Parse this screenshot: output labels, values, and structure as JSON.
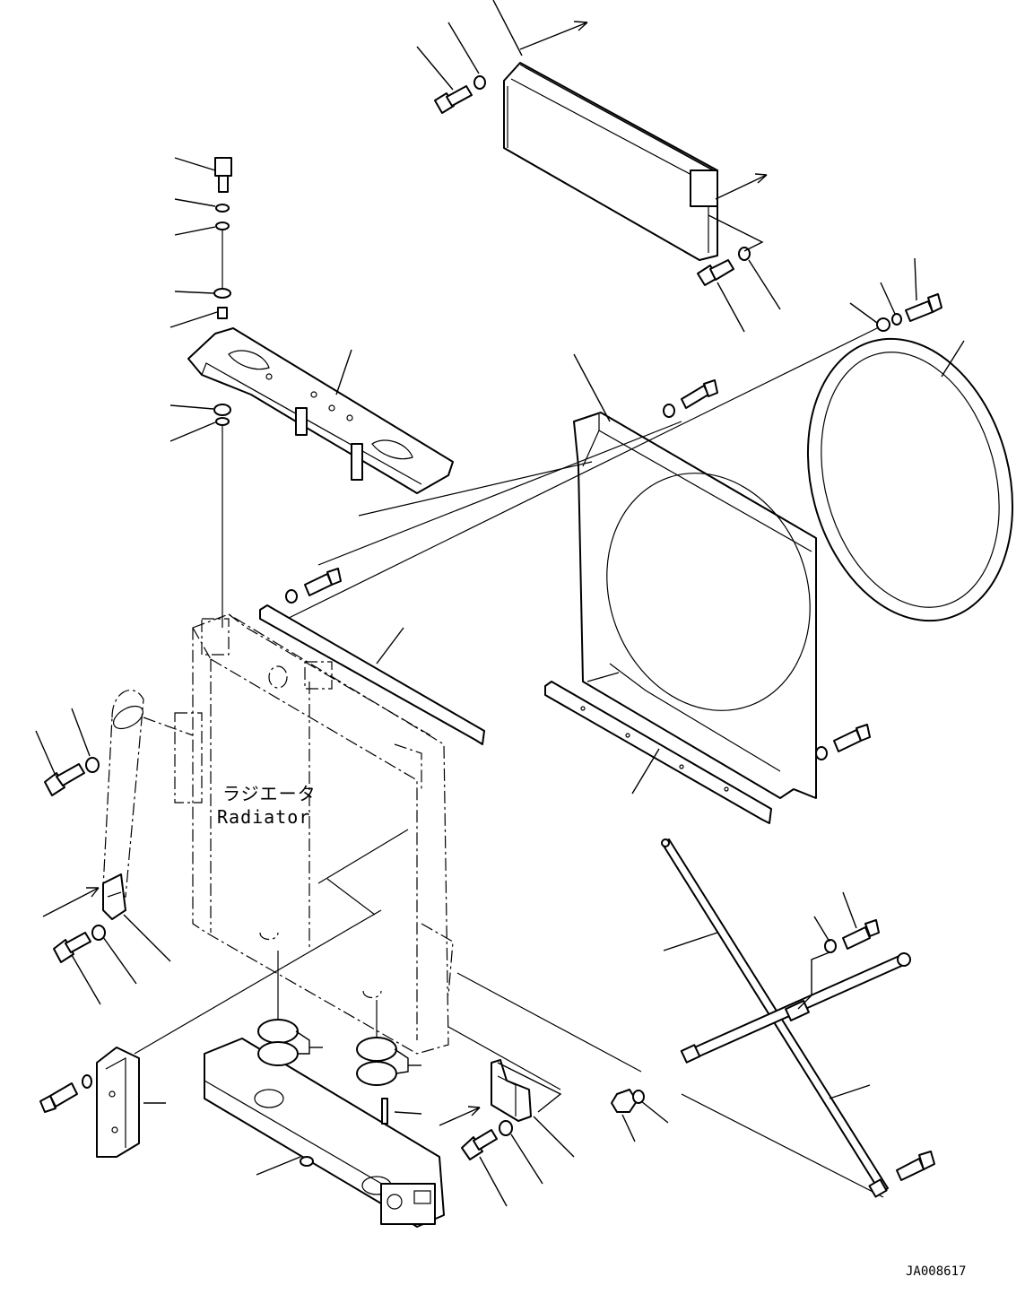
{
  "diagram": {
    "label_jp": "ラジエータ",
    "label_en": "Radiator",
    "drawing_id": "JA008617"
  }
}
